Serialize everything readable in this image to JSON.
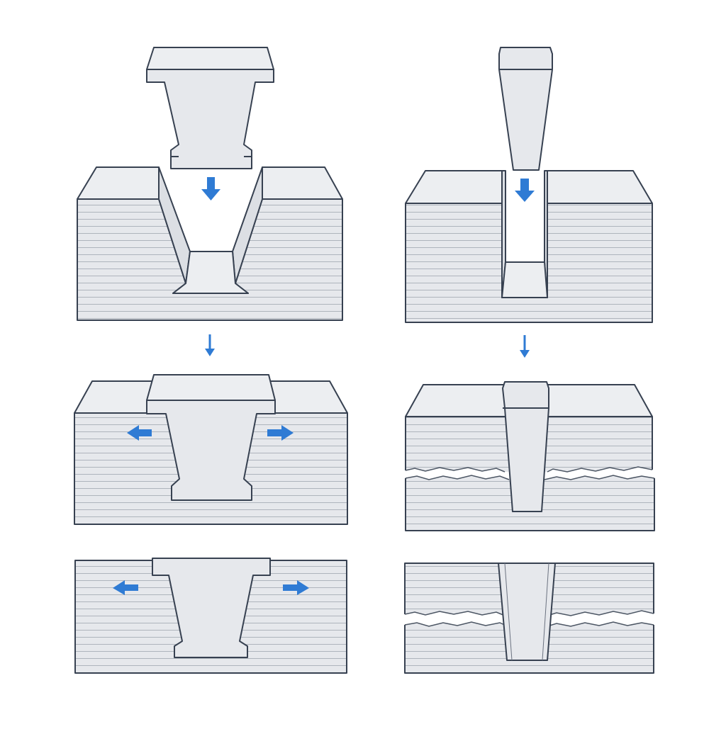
{
  "colors": {
    "outline": "#374151",
    "block_fill": "#e6e8ec",
    "block_top": "#eceef1",
    "block_side": "#dcdfe4",
    "layer_line": "#aeb4bc",
    "arrow": "#2f7bd4",
    "background": "#ffffff"
  },
  "panels": [
    {
      "id": "dovetail-insert",
      "column": "left",
      "row": 1,
      "arrows": [
        "arrow-down"
      ]
    },
    {
      "id": "dovetail-seated",
      "column": "left",
      "row": 2,
      "arrows": [
        "arrow-left",
        "arrow-right"
      ]
    },
    {
      "id": "dovetail-section",
      "column": "left",
      "row": 3,
      "arrows": [
        "arrow-left",
        "arrow-right"
      ]
    },
    {
      "id": "wedge-insert",
      "column": "right",
      "row": 1,
      "arrows": [
        "arrow-down"
      ]
    },
    {
      "id": "wedge-split",
      "column": "right",
      "row": 2,
      "crack": true
    },
    {
      "id": "wedge-section",
      "column": "right",
      "row": 3,
      "crack": true
    }
  ]
}
